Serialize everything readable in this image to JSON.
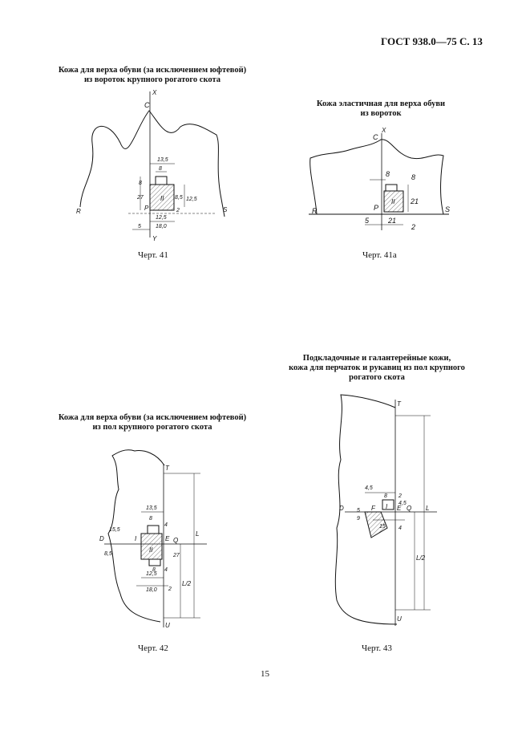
{
  "header": "ГОСТ 938.0—75 С. 13",
  "fig41": {
    "caption_line1": "Кожа для верха обуви (за исключением юфтевой)",
    "caption_line2": "из вороток крупного рогатого скота",
    "label": "Черт. 41",
    "marks": {
      "x": "X",
      "c": "C",
      "r": "R",
      "s": "S",
      "p": "P",
      "y": "Y",
      "region": "II"
    },
    "dims": {
      "d135": "13,5",
      "d8": "8",
      "d8v": "8",
      "d27": "27",
      "d85": "8,5",
      "d125v": "12,5",
      "d125": "12,5",
      "d180": "18,0",
      "d5": "5",
      "d2": "2"
    }
  },
  "fig41a": {
    "caption_line1": "Кожа эластичная для верха обуви",
    "caption_line2": "из вороток",
    "label": "Черт. 41а",
    "marks": {
      "c": "C",
      "x": "X",
      "r": "R",
      "s": "S",
      "p": "P",
      "region": "II"
    },
    "dims": {
      "d8": "8",
      "d8v": "8",
      "d21v": "21",
      "d5": "5",
      "d21": "21",
      "d2": "2"
    }
  },
  "fig42": {
    "caption_line1": "Кожа для верха обуви (за исключением юфтевой)",
    "caption_line2": "из пол крупного рогатого скота",
    "label": "Черт. 42",
    "marks": {
      "t": "T",
      "u": "U",
      "d": "D",
      "e": "E",
      "q": "Q",
      "l": "L",
      "l2": "L/2",
      "region": "II",
      "region2": "I"
    },
    "dims": {
      "d135": "13,5",
      "d8": "8",
      "d4": "4",
      "d155": "15,5",
      "d85": "8,5",
      "d125": "12,5",
      "d180": "18,0",
      "d2": "2",
      "d27": "27",
      "d4b": "4",
      "d8b": "8"
    }
  },
  "fig43": {
    "caption_line1": "Подкладочные и галантерейные кожи,",
    "caption_line2": "кожа для перчаток и рукавиц из пол крупного",
    "caption_line3": "рогатого скота",
    "label": "Черт. 43",
    "marks": {
      "t": "T",
      "u": "U",
      "d": "D",
      "e": "E",
      "f": "F",
      "q": "Q",
      "l": "L",
      "l2": "L/2",
      "region": "I"
    },
    "dims": {
      "d45": "4,5",
      "d8": "8",
      "d2": "2",
      "d45b": "4,5",
      "d9": "9",
      "d15": "15",
      "d4": "4",
      "d5": "5"
    }
  },
  "page_number": "15"
}
